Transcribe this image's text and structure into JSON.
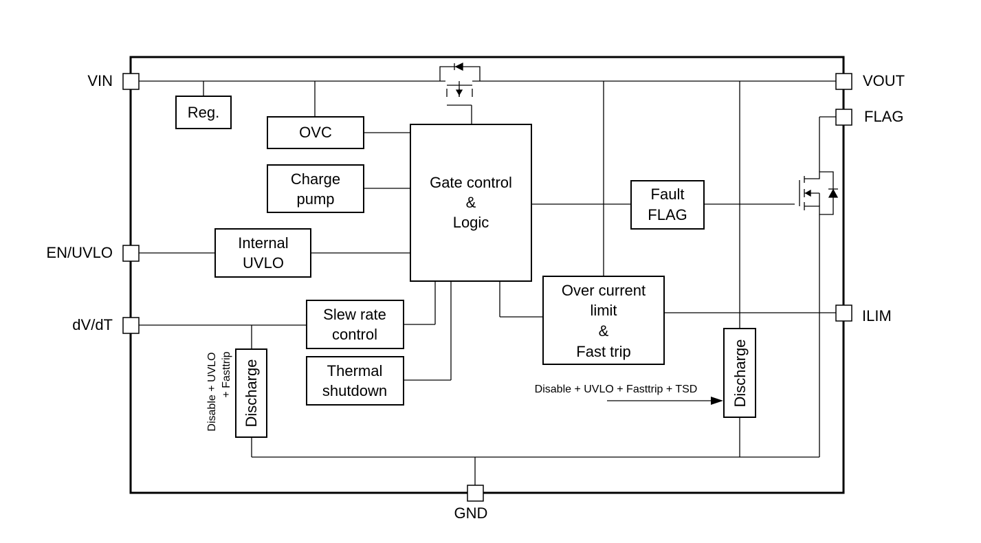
{
  "pins": {
    "vin": "VIN",
    "vout": "VOUT",
    "flag": "FLAG",
    "en_uvlo": "EN/UVLO",
    "dvdt": "dV/dT",
    "ilim": "ILIM",
    "gnd": "GND"
  },
  "blocks": {
    "reg": "Reg.",
    "ovc": "OVC",
    "charge_pump": [
      "Charge",
      "pump"
    ],
    "internal_uvlo": [
      "Internal",
      "UVLO"
    ],
    "slew_rate": [
      "Slew rate",
      "control"
    ],
    "thermal": [
      "Thermal",
      "shutdown"
    ],
    "gate_control": [
      "Gate control",
      "&",
      "Logic"
    ],
    "fault_flag": [
      "Fault",
      "FLAG"
    ],
    "over_current": [
      "Over current",
      "limit",
      "&",
      "Fast trip"
    ],
    "discharge_left": "Discharge",
    "discharge_right": "Discharge"
  },
  "annotations": {
    "left_discharge_condition": [
      "Disable + UVLO",
      "+ Fasttrip"
    ],
    "right_discharge_condition": "Disable + UVLO + Fasttrip + TSD"
  }
}
